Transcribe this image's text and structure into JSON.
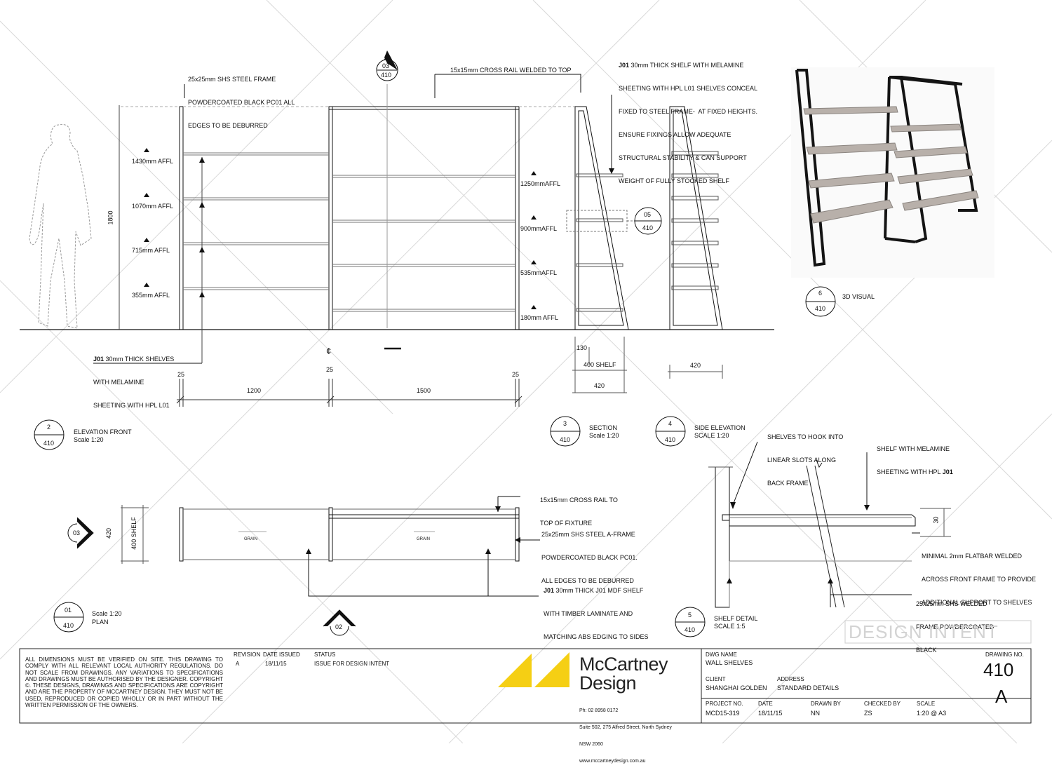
{
  "labels": {
    "frame_note": [
      "25x25mm SHS STEEL FRAME",
      "POWDERCOATED BLACK PC01 ALL",
      "EDGES TO BE DEBURRED"
    ],
    "cross_rail_top": "15x15mm CROSS RAIL WELDED TO TOP",
    "shelf_note_bold": "J01",
    "shelf_note": [
      " 30mm THICK SHELF WITH MELAMINE",
      "SHEETING WITH HPL L01 SHELVES CONCEAL",
      "FIXED TO STEEL FRAME-  AT FIXED HEIGHTS.",
      "ENSURE FIXINGS ALLOW ADEQUATE",
      "STRUCTURAL STABILITY & CAN SUPPORT",
      "WEIGHT OF FULLY STOCKED SHELF"
    ],
    "affl_left": [
      "1430mm AFFL",
      "1070mm AFFL",
      "715mm AFFL",
      "355mm AFFL"
    ],
    "affl_right": [
      "1250mmAFFL",
      "900mmAFFL",
      "535mmAFFL",
      "180mm AFFL"
    ],
    "height_dim": "1800",
    "j01_elev_bold": "J01",
    "j01_elev": [
      " 30mm THICK SHELVES",
      "WITH MELAMINE",
      "SHEETING WITH HPL L01"
    ],
    "dims_front": [
      "25",
      "1200",
      "25",
      "1500",
      "25"
    ],
    "dims_section": [
      "130",
      "400 SHELF",
      "420"
    ],
    "dim_side": "420",
    "plan_rail": [
      "15x15mm CROSS RAIL TO",
      "TOP OF FIXTURE"
    ],
    "plan_frame": [
      "25x25mm SHS STEEL A-FRAME",
      "POWDERCOATED BLACK PC01.",
      "ALL EDGES TO BE DEBURRED"
    ],
    "plan_shelf_bold": "J01",
    "plan_shelf": [
      " 30mm THICK J01 MDF SHELF",
      "WITH TIMBER LAMINATE AND",
      "MATCHING ABS EDGING TO SIDES"
    ],
    "plan_dims": [
      "420",
      "400 SHELF"
    ],
    "grain": "GRAIN",
    "detail_hook": [
      "SHELVES TO HOOK INTO",
      "LINEAR SLOTS ALONG",
      "BACK FRAME"
    ],
    "detail_shelf": "SHELF WITH MELAMINE",
    "detail_shelf2": "SHEETING WITH HPL ",
    "detail_shelf2_bold": "J01",
    "detail_flatbar": [
      "MINIMAL 2mm FLATBAR WELDED",
      "ACROSS FRONT FRAME TO PROVIDE",
      "ADDITIONAL SUPPORT TO SHELVES"
    ],
    "detail_frame": [
      "25x25mm SHS WELDED",
      "FRAME POWDERCOATED",
      "BLACK"
    ],
    "detail_dim": "30",
    "cl": "¢"
  },
  "callouts": [
    {
      "num": "03",
      "sheet": "410"
    },
    {
      "num": "05",
      "sheet": "410"
    },
    {
      "num": "6",
      "sheet": "410",
      "title": "3D VISUAL",
      "scale": ""
    },
    {
      "num": "2",
      "sheet": "410",
      "title": "ELEVATION FRONT",
      "scale": "Scale 1:20"
    },
    {
      "num": "3",
      "sheet": "410",
      "title": "SECTION",
      "scale": "Scale 1:20"
    },
    {
      "num": "4",
      "sheet": "410",
      "title": "SIDE ELEVATION",
      "scale": "SCALE 1:20"
    },
    {
      "num": "01",
      "sheet": "410",
      "title": "PLAN",
      "scale": "Scale 1:20"
    },
    {
      "num": "5",
      "sheet": "410",
      "title": "SHELF DETAIL",
      "scale": "SCALE 1:5"
    },
    {
      "num": "03",
      "sheet": ""
    },
    {
      "num": "02",
      "sheet": ""
    }
  ],
  "titleblock": {
    "disclaimer": "ALL DIMENSIONS MUST BE VERIFIED ON SITE. THIS DRAWING TO COMPLY WITH ALL RELEVANT LOCAL AUTHORITY REGULATIONS. DO NOT SCALE FROM DRAWINGS. ANY VARIATIONS TO SPECIFICATIONS AND DRAWINGS MUST BE AUTHORISED BY THE DESIGNER. COPYRIGHT ©. THESE DESIGNS, DRAWINGS AND SPECIFICATIONS ARE COPYRIGHT AND ARE THE PROPERTY OF McCARTNEY DESIGN. THEY MUST NOT BE USED, REPRODUCED OR COPIED WHOLLY OR IN PART WITHOUT THE WRITTEN PERMISSION OF THE OWNERS.",
    "revision_label": "REVISION",
    "date_issued_label": "DATE ISSUED",
    "status_label": "STATUS",
    "revision": "A",
    "date_issued": "18/11/15",
    "status": "ISSUE FOR DESIGN INTENT",
    "brand_line1": "McCartney",
    "brand_line2": "Design",
    "contact": [
      "Ph: 02 8958 0172",
      "Suite 502, 275 Alfred Street, North Sydney",
      "NSW 2060",
      "www.mccartneydesign.com.au"
    ],
    "dwg_name_label": "DWG NAME",
    "dwg_name": "WALL SHELVES",
    "client_label": "CLIENT",
    "client": "SHANGHAI GOLDEN",
    "address_label": "ADDRESS",
    "address": "STANDARD DETAILS",
    "project_no_label": "PROJECT NO.",
    "project_no": "MCD15-319",
    "date_label": "DATE",
    "date": "18/11/15",
    "drawn_by_label": "DRAWN BY",
    "drawn_by": "NN",
    "checked_by_label": "CHECKED BY",
    "checked_by": "ZS",
    "scale_label": "SCALE",
    "scale": "1:20 @ A3",
    "drawing_no_label": "DRAWING NO.",
    "drawing_no": "410",
    "drawing_rev": "A",
    "stamp": "DESIGN INTENT"
  },
  "colors": {
    "line": "#111111",
    "brand_yellow": "#f5cf14",
    "shelf_wood": "#b8b0aa",
    "frame_black": "#141414"
  }
}
